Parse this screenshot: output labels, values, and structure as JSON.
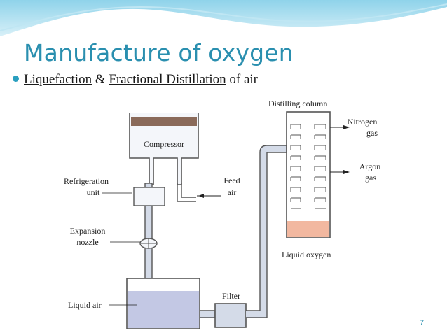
{
  "slide": {
    "title": "Manufacture of oxygen",
    "bullet": {
      "part1": "Liquefaction",
      "connector": " & ",
      "part2": "Fractional Distillation",
      "part3": " of air"
    },
    "page_number": "7"
  },
  "diagram": {
    "labels": {
      "distilling_column": "Distilling column",
      "nitrogen_1": "Nitrogen",
      "nitrogen_2": "gas",
      "argon_1": "Argon",
      "argon_2": "gas",
      "compressor": "Compressor",
      "feed_1": "Feed",
      "feed_2": "air",
      "refrigeration_1": "Refrigeration",
      "refrigeration_2": "unit",
      "expansion_1": "Expansion",
      "expansion_2": "nozzle",
      "liquid_oxygen": "Liquid oxygen",
      "filter": "Filter",
      "liquid_air": "Liquid air"
    },
    "colors": {
      "pipe": "#d4dbe8",
      "pipe_stroke": "#555555",
      "liquid_air": "#c3c8e4",
      "liquid_oxygen": "#f2b8a0",
      "compressor_piston": "#8a6a5a",
      "title": "#2a8faf",
      "bullet": "#2a9fbf"
    }
  }
}
